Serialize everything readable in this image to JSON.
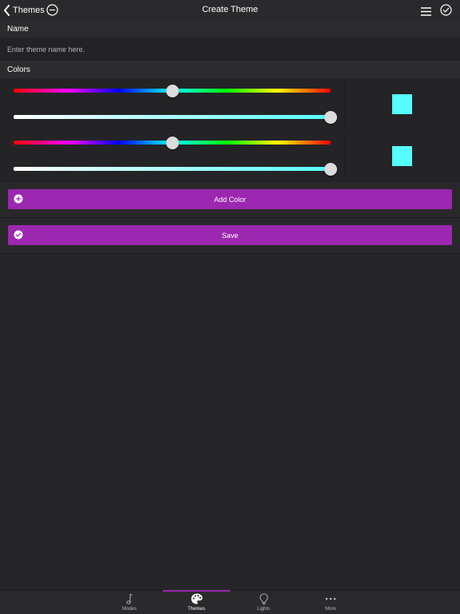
{
  "nav": {
    "back_label": "Themes",
    "title": "Create Theme"
  },
  "name_section": {
    "header": "Name",
    "placeholder": "Enter theme name here.",
    "value": ""
  },
  "colors_section": {
    "header": "Colors",
    "colors": [
      {
        "hue": 0.5,
        "saturation": 1.0,
        "swatch": "#55ffff"
      },
      {
        "hue": 0.5,
        "saturation": 1.0,
        "swatch": "#55ffff"
      }
    ]
  },
  "actions": {
    "add_color": "Add Color",
    "save": "Save"
  },
  "tabs": [
    {
      "label": "Modes",
      "icon": "music-note-icon",
      "active": false
    },
    {
      "label": "Themes",
      "icon": "palette-icon",
      "active": true
    },
    {
      "label": "Lights",
      "icon": "lightbulb-icon",
      "active": false
    },
    {
      "label": "More",
      "icon": "more-dots-icon",
      "active": false
    }
  ],
  "theme": {
    "accent": "#9c27b0",
    "background": "#262629"
  }
}
